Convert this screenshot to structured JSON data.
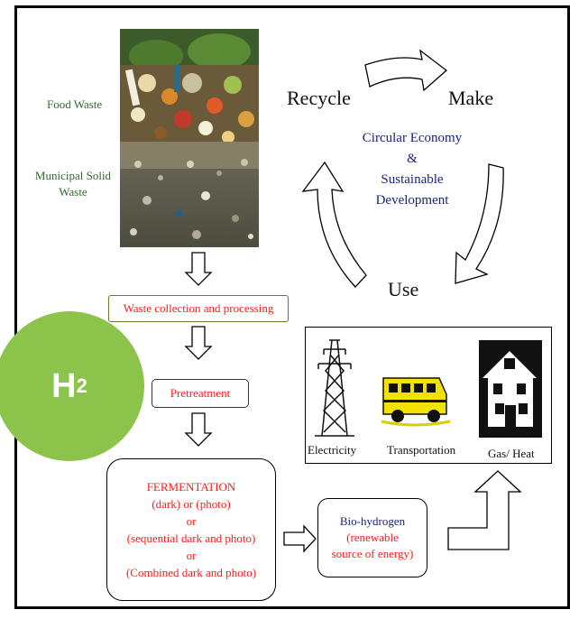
{
  "sources": {
    "food_waste": "Food Waste",
    "msw_line1": "Municipal Solid",
    "msw_line2": "Waste"
  },
  "cycle": {
    "recycle": "Recycle",
    "make": "Make",
    "use": "Use",
    "center_line1": "Circular Economy",
    "center_line2": "&",
    "center_line3": "Sustainable",
    "center_line4": "Development"
  },
  "process": {
    "collection": "Waste collection and processing",
    "pretreatment": "Pretreatment",
    "fermentation_title": "FERMENTATION",
    "fermentation_line1": "(dark) or (photo)",
    "fermentation_or1": "or",
    "fermentation_line2": "(sequential dark and photo)",
    "fermentation_or2": "or",
    "fermentation_line3": "(Combined dark and photo)"
  },
  "product": {
    "title": "Bio-hydrogen",
    "line1": "(renewable",
    "line2": "source of energy)"
  },
  "badge": {
    "element": "H",
    "subscript": "2"
  },
  "uses": {
    "electricity": "Electricity",
    "transportation": "Transportation",
    "gas_heat": "Gas/ Heat"
  },
  "colors": {
    "badge": "#8cc34b",
    "process_text": "#ff1a1a",
    "cycle_text": "#1a237e",
    "source_text": "#2f6b2f",
    "bus": "#f2e200"
  },
  "icons": [
    "waste-photo",
    "down-arrow-icon",
    "right-arrow-icon",
    "curved-arrow-icon",
    "transmission-tower-icon",
    "school-bus-icon",
    "house-icon"
  ]
}
